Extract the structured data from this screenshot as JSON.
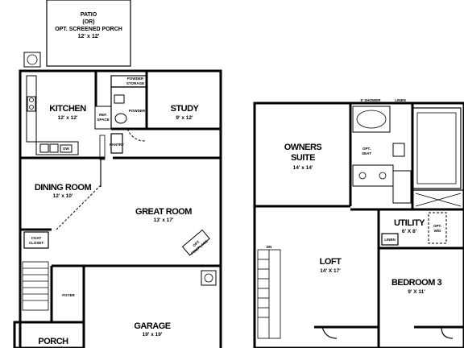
{
  "labels": {
    "patio": [
      "PATIO",
      "(OR)",
      "OPT. SCREENED PORCH",
      "12' x 12'"
    ],
    "kitchen": {
      "name": "KITCHEN",
      "dim": "12' x 12'"
    },
    "pantry": "PANTRY",
    "dw": "DW",
    "powder_storage": [
      "POWDER",
      "STORAGE"
    ],
    "powder": "POWDER",
    "ref_space": [
      "REF.",
      "SPACE"
    ],
    "study": {
      "name": "STUDY",
      "dim": "9' x 12'"
    },
    "dining": {
      "name": "DINING ROOM",
      "dim": "12' x 10'"
    },
    "great": {
      "name": "GREAT ROOM",
      "dim": "13' x 17'"
    },
    "coat_closet": [
      "COAT",
      "CLOSET"
    ],
    "opt_fireplace": [
      "OPT.",
      "FIREPLACE"
    ],
    "foyer": "FOYER",
    "garage": {
      "name": "GARAGE",
      "dim": "19' x 19'"
    },
    "porch": "PORCH",
    "shower_top": "5' SHOWER",
    "linen_top": "LINEN",
    "owners": {
      "name": [
        "OWNERS",
        "SUITE"
      ],
      "dim": "14' x 14'"
    },
    "opt_seat": [
      "OPT.",
      "SEAT"
    ],
    "utility": {
      "name": "UTILITY",
      "dim": "6' X 8'"
    },
    "opt_wd": [
      "OPT.",
      "W/D"
    ],
    "linen_util": "LINEN",
    "dn": "DN",
    "loft": {
      "name": "LOFT",
      "dim": "14' X 17'"
    },
    "bedroom3": {
      "name": "BEDROOM 3",
      "dim": "9' X 11'"
    }
  }
}
